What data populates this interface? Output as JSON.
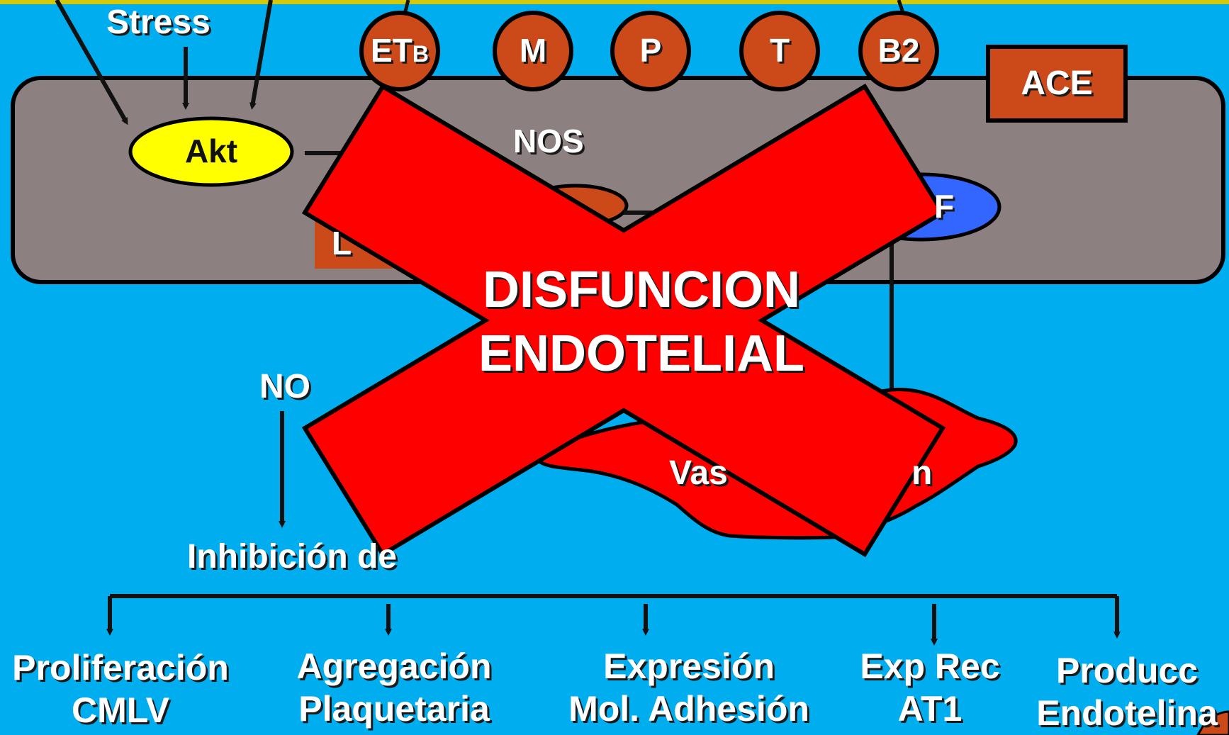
{
  "top": {
    "stress": "Stress"
  },
  "receptors": [
    {
      "name": "ETB",
      "main": "ET",
      "sub": "B"
    },
    {
      "name": "M"
    },
    {
      "name": "P"
    },
    {
      "name": "T"
    },
    {
      "name": "B2"
    }
  ],
  "cell": {
    "ace": "ACE",
    "akt": "Akt",
    "nos": "NOS",
    "partial_left": "L",
    "partial_right": "F"
  },
  "no_label": "NO",
  "vaso_partial_left": "Vas",
  "vaso_partial_right": "n",
  "inhibicion": "Inhibición de",
  "overlay": {
    "line1": "DISFUNCION",
    "line2": "ENDOTELIAL"
  },
  "effects": [
    {
      "line1": "Proliferación",
      "line2": "CMLV"
    },
    {
      "line1": "Agregación",
      "line2": "Plaquetaria"
    },
    {
      "line1": "Expresión",
      "line2": "Mol. Adhesión"
    },
    {
      "line1": "Exp Rec",
      "line2": "AT1"
    },
    {
      "line1": "Producc",
      "line2": "Endotelina"
    }
  ],
  "colors": {
    "background": "#00adef",
    "cell": "#8c8080",
    "receptor": "#cc4a1a",
    "akt": "#ffff00",
    "enzyme_blue": "#3366ff",
    "red_x": "#ff0000"
  }
}
